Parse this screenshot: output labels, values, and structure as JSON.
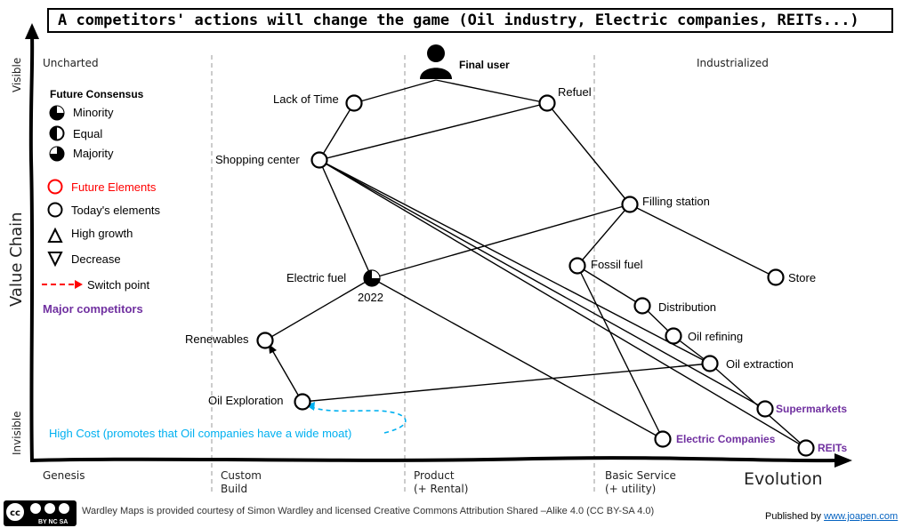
{
  "title": "A competitors' actions will change the game (Oil industry, Electric companies, REITs...)",
  "axes": {
    "y_label": "Value Chain",
    "y_visible": "Visible",
    "y_invisible": "Invisible",
    "x_label": "Evolution",
    "stages": [
      "Genesis",
      "Custom Build",
      "Product (+ Rental)",
      "Basic Service (+ utility)"
    ],
    "stage_lines": [
      [
        "Genesis"
      ],
      [
        "Custom",
        "Build"
      ],
      [
        "Product",
        "(+ Rental)"
      ],
      [
        "Basic Service",
        "(+ utility)"
      ]
    ],
    "regions": {
      "uncharted": "Uncharted",
      "industrialized": "Industrialized"
    }
  },
  "legend": {
    "consensus_title": "Future Consensus",
    "minority": "Minority",
    "equal": "Equal",
    "majority": "Majority",
    "future_elements": "Future Elements",
    "todays_elements": "Today's elements",
    "high_growth": "High growth",
    "decrease": "Decrease",
    "switch_point": "Switch point",
    "major_competitors": "Major competitors"
  },
  "nodes": {
    "final_user": "Final user",
    "lack_of_time": "Lack of Time",
    "refuel": "Refuel",
    "shopping_center": "Shopping center",
    "filling_station": "Filling station",
    "fossil_fuel": "Fossil fuel",
    "store": "Store",
    "electric_fuel": "Electric fuel",
    "electric_fuel_year": "2022",
    "distribution": "Distribution",
    "oil_refining": "Oil refining",
    "oil_extraction": "Oil extraction",
    "renewables": "Renewables",
    "oil_exploration": "Oil Exploration",
    "supermarkets": "Supermarkets",
    "electric_companies": "Electric Companies",
    "reits": "REITs"
  },
  "annotations": {
    "high_cost": "High Cost (promotes that Oil companies have a wide moat)"
  },
  "footer": {
    "cc_badge": "BY NC SA",
    "license": "Wardley Maps is provided courtesy of Simon Wardley and licensed  Creative Commons Attribution Shared –Alike 4.0 (CC BY-SA 4.0)",
    "published_by": "Published by",
    "publisher_link": "www.joapen.com"
  },
  "colors": {
    "competitor": "#7030a0",
    "future": "#ff0000",
    "annotation": "#00b0f0",
    "link": "#0563c1"
  }
}
